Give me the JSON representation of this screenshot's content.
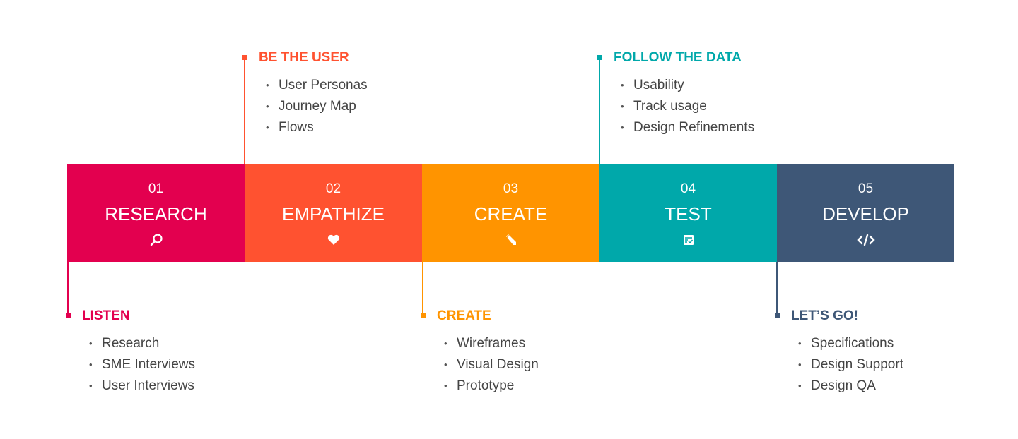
{
  "phases": [
    {
      "num": "01",
      "name": "RESEARCH",
      "icon": "search-icon",
      "color": "#E3004F"
    },
    {
      "num": "02",
      "name": "EMPATHIZE",
      "icon": "heart-icon",
      "color": "#FF5230"
    },
    {
      "num": "03",
      "name": "CREATE",
      "icon": "pencil-icon",
      "color": "#FF9400"
    },
    {
      "num": "04",
      "name": "TEST",
      "icon": "checklist-icon",
      "color": "#00A8AA"
    },
    {
      "num": "05",
      "name": "DEVELOP",
      "icon": "code-icon",
      "color": "#3E5777"
    }
  ],
  "callouts": [
    {
      "title": "LISTEN",
      "items": [
        "Research",
        "SME Interviews",
        "User Interviews"
      ]
    },
    {
      "title": "BE THE USER",
      "items": [
        "User Personas",
        "Journey Map",
        "Flows"
      ]
    },
    {
      "title": "CREATE",
      "items": [
        "Wireframes",
        "Visual Design",
        "Prototype"
      ]
    },
    {
      "title": "FOLLOW THE DATA",
      "items": [
        "Usability",
        "Track usage",
        "Design Refinements"
      ]
    },
    {
      "title": "LET’S GO!",
      "items": [
        "Specifications",
        "Design Support",
        "Design QA"
      ]
    }
  ]
}
